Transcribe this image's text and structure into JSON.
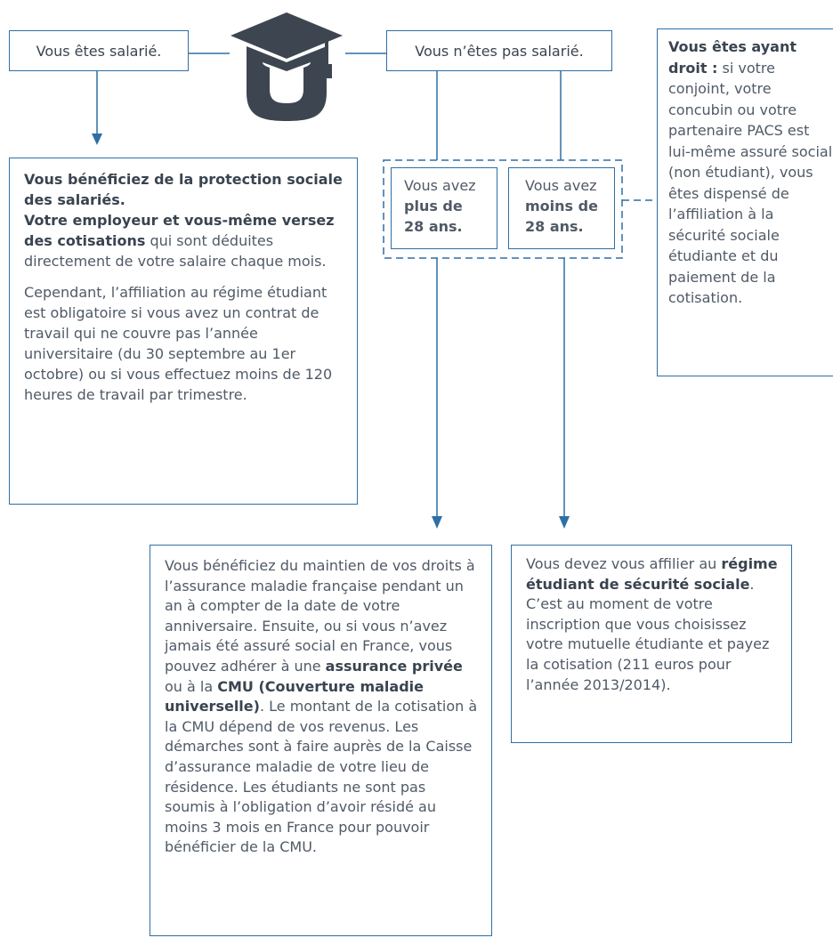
{
  "top_left": {
    "label": "Vous êtes salarié."
  },
  "top_right": {
    "label": "Vous n’êtes pas salarié."
  },
  "ayant_droit": {
    "lead": "Vous êtes ayant droit :",
    "rest": " si votre conjoint, votre concubin ou votre partenaire PACS est lui-même assuré social (non étudiant), vous êtes dispensé de l’affiliation à la sécurité sociale étudiante et du paiement de la cotisation."
  },
  "salarie_info": {
    "bold1": "Vous bénéficiez de la protection sociale des salariés.",
    "bold2": "Votre employeur et vous-même versez des cotisations",
    "text2": " qui sont déduites directement de votre salaire chaque mois.",
    "para2": "Cependant, l’affiliation au régime étudiant est obligatoire si vous avez un contrat de travail qui ne couvre pas l’année universitaire (du 30 septembre au 1er octobre) ou si vous effectuez moins de 120 heures de travail par trimestre."
  },
  "age_over": {
    "prefix": "Vous avez",
    "bold": "plus de 28 ans."
  },
  "age_under": {
    "prefix": "Vous avez",
    "bold": "moins de 28 ans."
  },
  "over28_info": {
    "t1": "Vous bénéficiez du maintien de vos droits à l’assurance maladie française pendant un an à compter de la date de votre anniversaire. Ensuite, ou si vous n’avez jamais été assuré social en France, vous pouvez adhérer à une ",
    "b1": "assurance privée",
    "t2": " ou à la ",
    "b2": "CMU (Couverture maladie universelle)",
    "t3": ". Le montant de la cotisation à la CMU dépend de vos revenus. Les démarches sont à faire auprès de la Caisse d’assurance maladie de votre lieu de résidence. Les étudiants ne sont pas soumis à l’obligation d’avoir résidé au moins 3 mois en France pour pouvoir bénéficier de la CMU."
  },
  "under28_info": {
    "t1": "Vous devez vous affilier au ",
    "b1": "régime étudiant de sécurité sociale",
    "t2": ". C’est au moment de votre inscription que vous choisissez votre mutuelle étudiante et payez la cotisation (211 euros pour l’année 2013/2014)."
  },
  "icons": {
    "center": "graduation-cap-icon"
  },
  "colors": {
    "accent": "#2e6fa5",
    "icon": "#3d4650",
    "text": "#505a66"
  }
}
